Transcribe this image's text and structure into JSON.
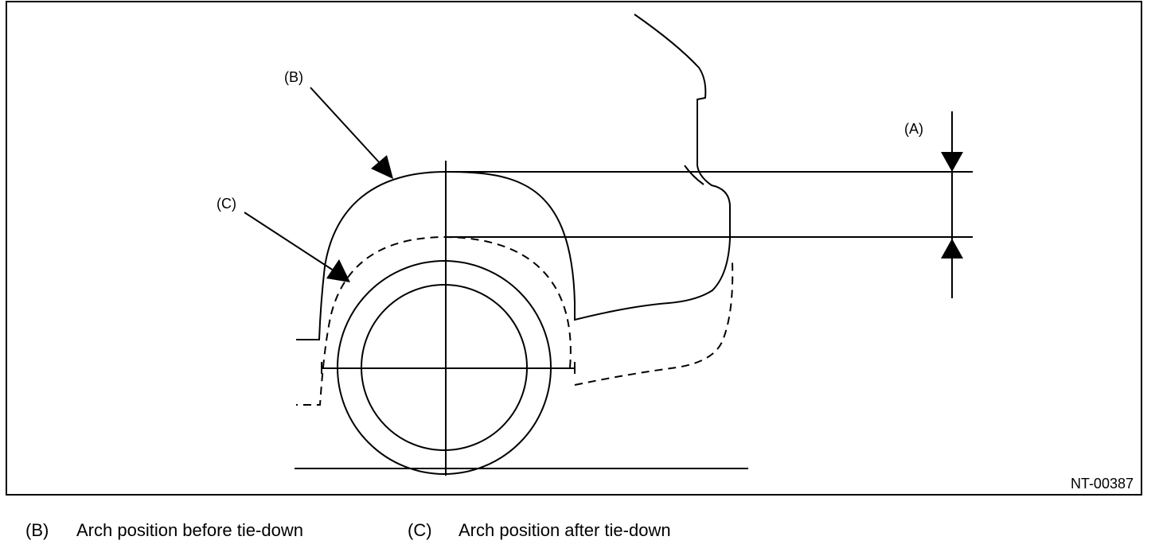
{
  "labels": {
    "a": "(A)",
    "b": "(B)",
    "c": "(C)",
    "figure_id": "NT-00387"
  },
  "legend": [
    {
      "key": "(B)",
      "text": "Arch position before tie-down"
    },
    {
      "key": "(C)",
      "text": "Arch position after tie-down"
    }
  ]
}
